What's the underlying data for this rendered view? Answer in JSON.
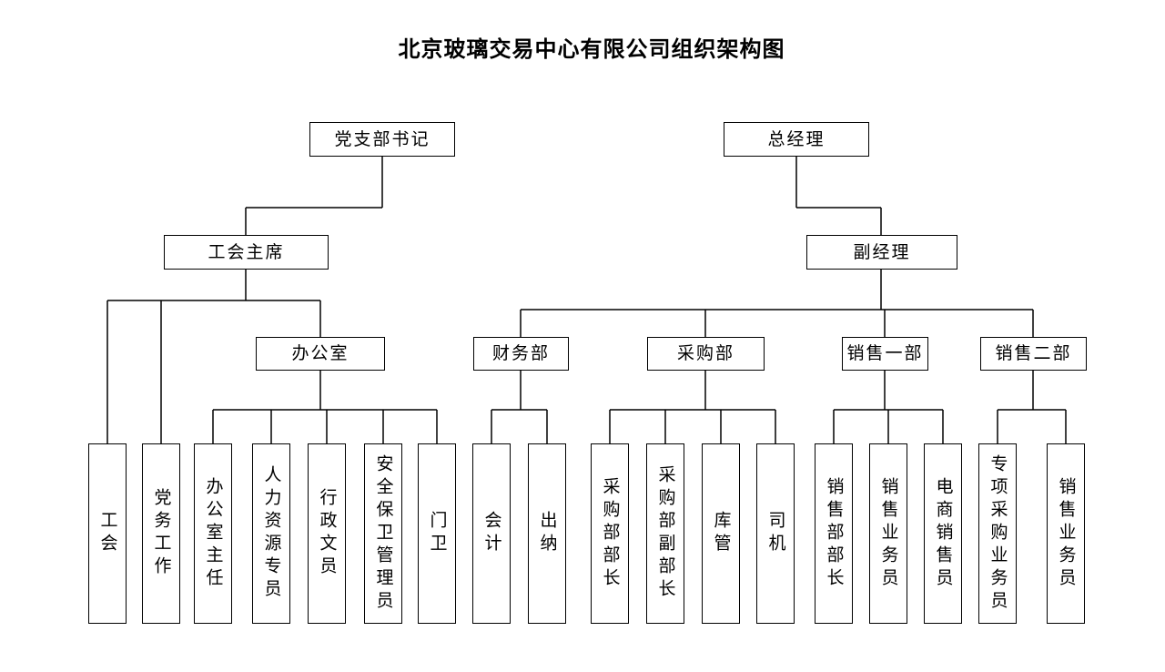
{
  "title": "北京玻璃交易中心有限公司组织架构图",
  "nodes": {
    "party_secretary": "党支部书记",
    "general_manager": "总经理",
    "union_chairman": "工会主席",
    "deputy_manager": "副经理",
    "office": "办公室",
    "finance_dept": "财务部",
    "purchasing_dept": "采购部",
    "sales_dept_1": "销售一部",
    "sales_dept_2": "销售二部",
    "union": "工会",
    "party_affairs": "党务工作",
    "office_director": "办公室主任",
    "hr_specialist": "人力资源专员",
    "admin_clerk": "行政文员",
    "security_admin": "安全保卫管理员",
    "gatekeeper": "门卫",
    "accountant": "会计",
    "cashier": "出纳",
    "purchasing_head": "采购部部长",
    "purchasing_deputy_head": "采购部副部长",
    "warehouse_keeper": "库管",
    "driver": "司机",
    "sales_head": "销售部部长",
    "sales_rep_1": "销售业务员",
    "ecommerce_sales": "电商销售员",
    "special_purchasing_rep": "专项采购业务员",
    "sales_rep_2": "销售业务员"
  },
  "colors": {
    "line": "#000000",
    "background": "#ffffff",
    "text": "#000000"
  }
}
